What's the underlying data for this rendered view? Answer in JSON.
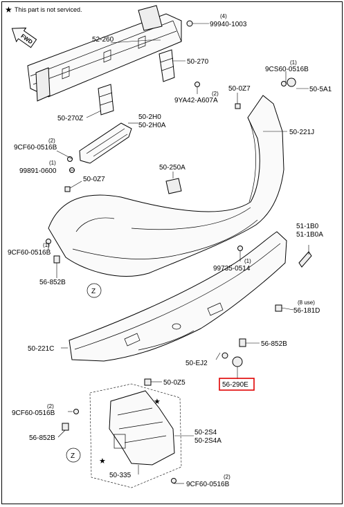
{
  "notice": {
    "star": "★",
    "text": "This part is not serviced."
  },
  "fwd_label": "FWD",
  "labels": {
    "l_99940": "99940-1003",
    "q_99940": "(4)",
    "l_52260": "52-260",
    "l_50270": "50-270",
    "l_9cs60": "9CS60-0516B",
    "q_9cs60": "(1)",
    "l_505a1": "50-5A1",
    "l_9ya42": "9YA42-A607A",
    "q_9ya42": "(2)",
    "l_500z7a": "50-0Z7",
    "l_50270z": "50-270Z",
    "l_502h0": "50-2H0",
    "l_502h0a": "50-2H0A",
    "l_50221j": "50-221J",
    "l_9cf60a": "9CF60-0516B",
    "q_9cf60a": "(2)",
    "l_99891": "99891-0600",
    "q_99891": "(1)",
    "l_50250a": "50-250A",
    "l_500z7b": "50-0Z7",
    "l_511b0": "51-1B0",
    "l_511b0a": "51-1B0A",
    "l_9cf60b": "9CF60-0516B",
    "q_9cf60b": "(1)",
    "l_99735": "99735-0514",
    "q_99735": "(1)",
    "l_56852a": "56-852B",
    "l_z1": "Z",
    "q_56181": "(8 use)",
    "l_56181": "56-181D",
    "l_50221c": "50-221C",
    "l_56852b": "56-852B",
    "l_50ej2": "50-EJ2",
    "l_56290e": "56-290E",
    "l_500z5": "50-0Z5",
    "l_9cf60c": "9CF60-0516B",
    "q_9cf60c": "(2)",
    "l_56852c": "56-852B",
    "l_502s4": "50-2S4",
    "l_502s4a": "50-2S4A",
    "l_z2": "Z",
    "l_50335": "50-335",
    "l_9cf60d": "9CF60-0516B",
    "q_9cf60d": "(2)"
  },
  "highlight_color": "#e00000"
}
